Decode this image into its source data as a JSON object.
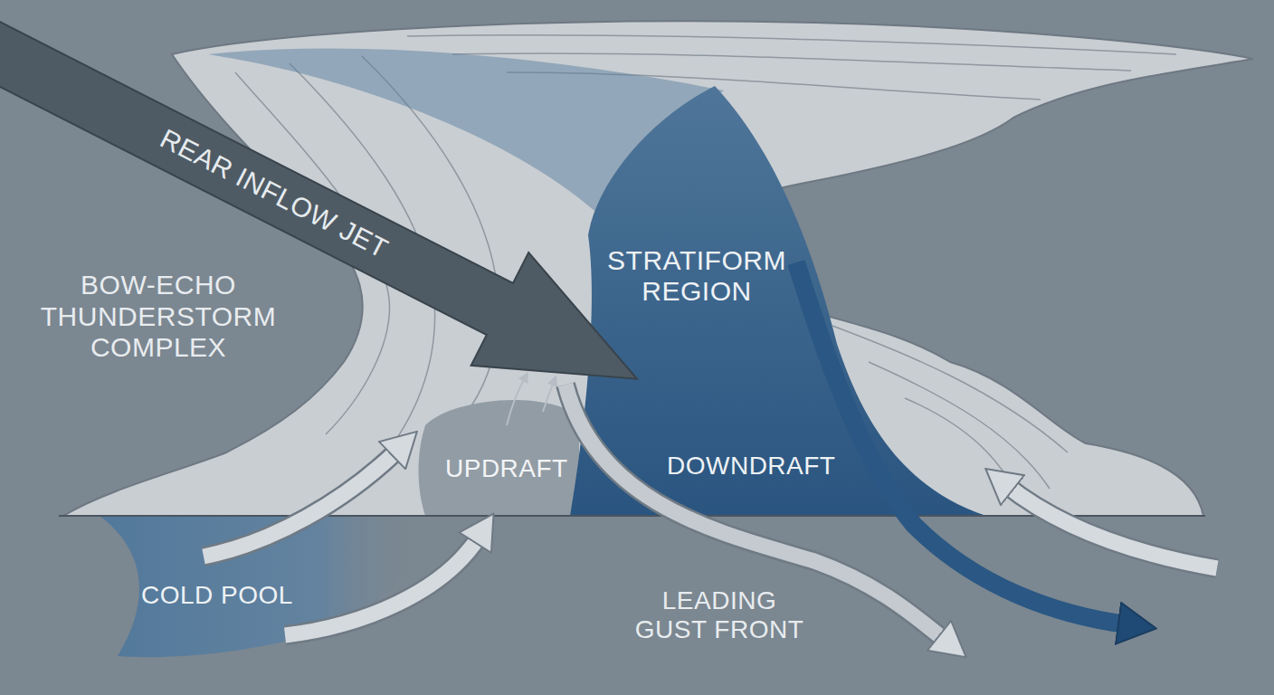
{
  "diagram": {
    "labels": [
      "REAR INFLOW JET",
      "STRATIFORM REGION",
      "BOW-ECHO THUNDERSTORM COMPLEX",
      "UPDRAFT",
      "DOWNDRAFT",
      "COLD POOL",
      "LEADING GUST FRONT"
    ]
  }
}
